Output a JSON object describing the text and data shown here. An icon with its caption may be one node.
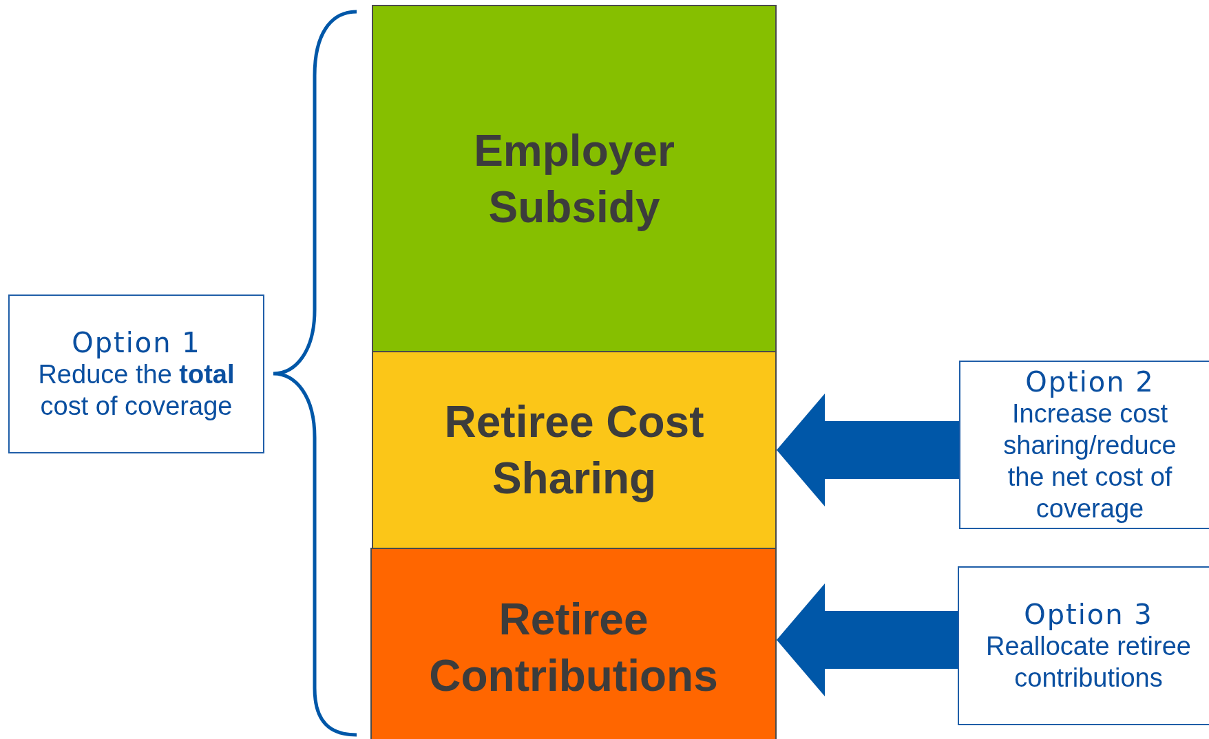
{
  "diagram": {
    "nodes": [
      {
        "text": [
          "Employer Subsidy"
        ]
      },
      {
        "text": [
          "Retiree Cost Sharing"
        ]
      },
      {
        "text": [
          "Retiree Contributions"
        ]
      },
      {
        "text": [
          "Option 1",
          "Reduce the **total** cost of coverage"
        ]
      },
      {
        "text": [
          "Option 2",
          "Increase cost sharing/reduce the net cost of coverage"
        ]
      },
      {
        "text": [
          "Option 3",
          "Reallocate retiree contributions"
        ]
      }
    ],
    "edges": [
      {
        "from": 4,
        "to": 1,
        "arrow": "to"
      },
      {
        "from": 5,
        "to": 2,
        "arrow": "to"
      }
    ]
  }
}
